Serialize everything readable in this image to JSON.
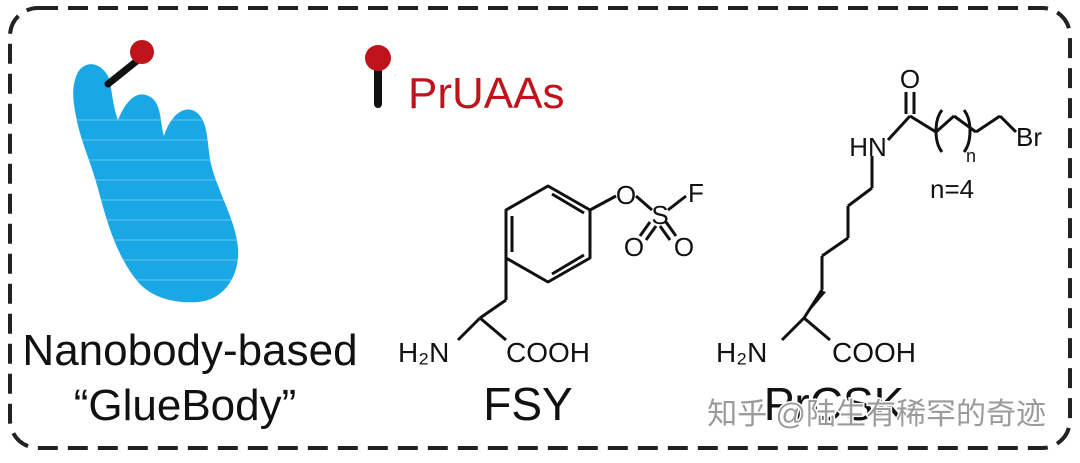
{
  "legend": {
    "label": "PrUAAs",
    "label_color": "#c0141c",
    "pin_icon": "red-ball-pin-icon"
  },
  "nanobody": {
    "title_line1": "Nanobody-based",
    "title_line2": "“GlueBody”",
    "body_color": "#1aa7e5"
  },
  "fsy": {
    "name": "FSY",
    "atoms": {
      "o": "O",
      "s": "S",
      "f": "F",
      "o2": "O",
      "o3": "O",
      "h2n": "H₂N",
      "cooh": "COOH"
    }
  },
  "precsk": {
    "name": "PrCSK",
    "atoms": {
      "o": "O",
      "hn": "HN",
      "n_sub": "n",
      "br": "Br",
      "n_eq": "n=4",
      "h2n": "H₂N",
      "cooh": "COOH"
    }
  },
  "watermark": "知乎 @陆生有稀罕的奇迹"
}
